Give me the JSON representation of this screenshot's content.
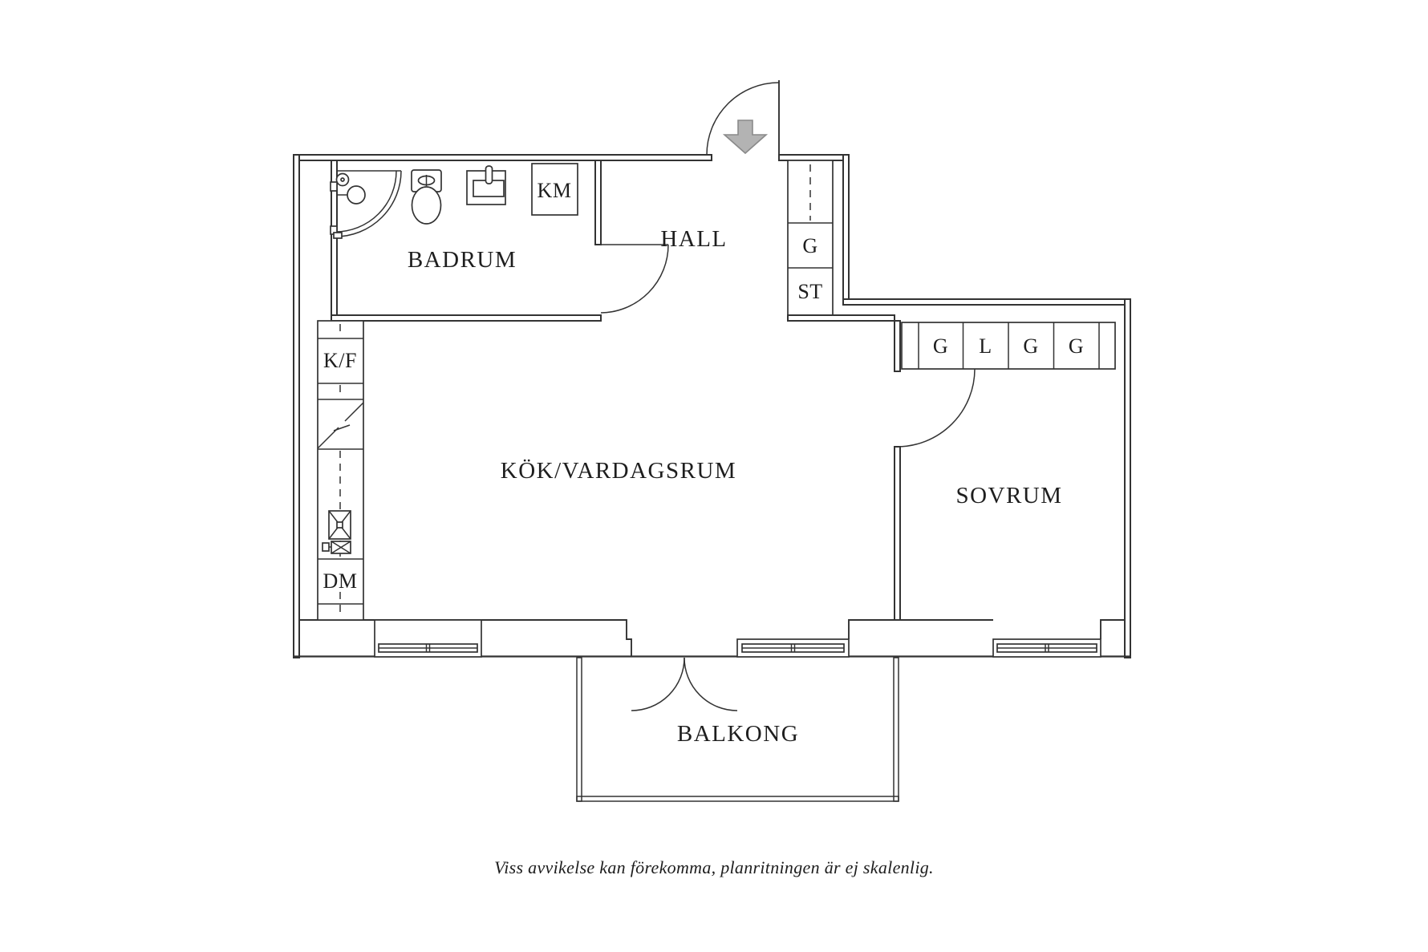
{
  "plan": {
    "rooms": {
      "badrum": "BADRUM",
      "hall": "HALL",
      "kok_vardagsrum": "KÖK/VARDAGSRUM",
      "sovrum": "SOVRUM",
      "balkong": "BALKONG"
    },
    "appliances": {
      "km": "KM",
      "kf": "K/F",
      "dm": "DM"
    },
    "closets": {
      "g": "G",
      "st": "ST",
      "wardrobes": [
        "G",
        "L",
        "G",
        "G"
      ]
    }
  },
  "caption": "Viss avvikelse kan förekomma, planritningen är ej skalenlig.",
  "colors": {
    "line": "#333333",
    "text": "#1e1e1e",
    "arrow_fill": "#b3b3b3",
    "arrow_stroke": "#8a8a8a",
    "background": "#ffffff"
  }
}
